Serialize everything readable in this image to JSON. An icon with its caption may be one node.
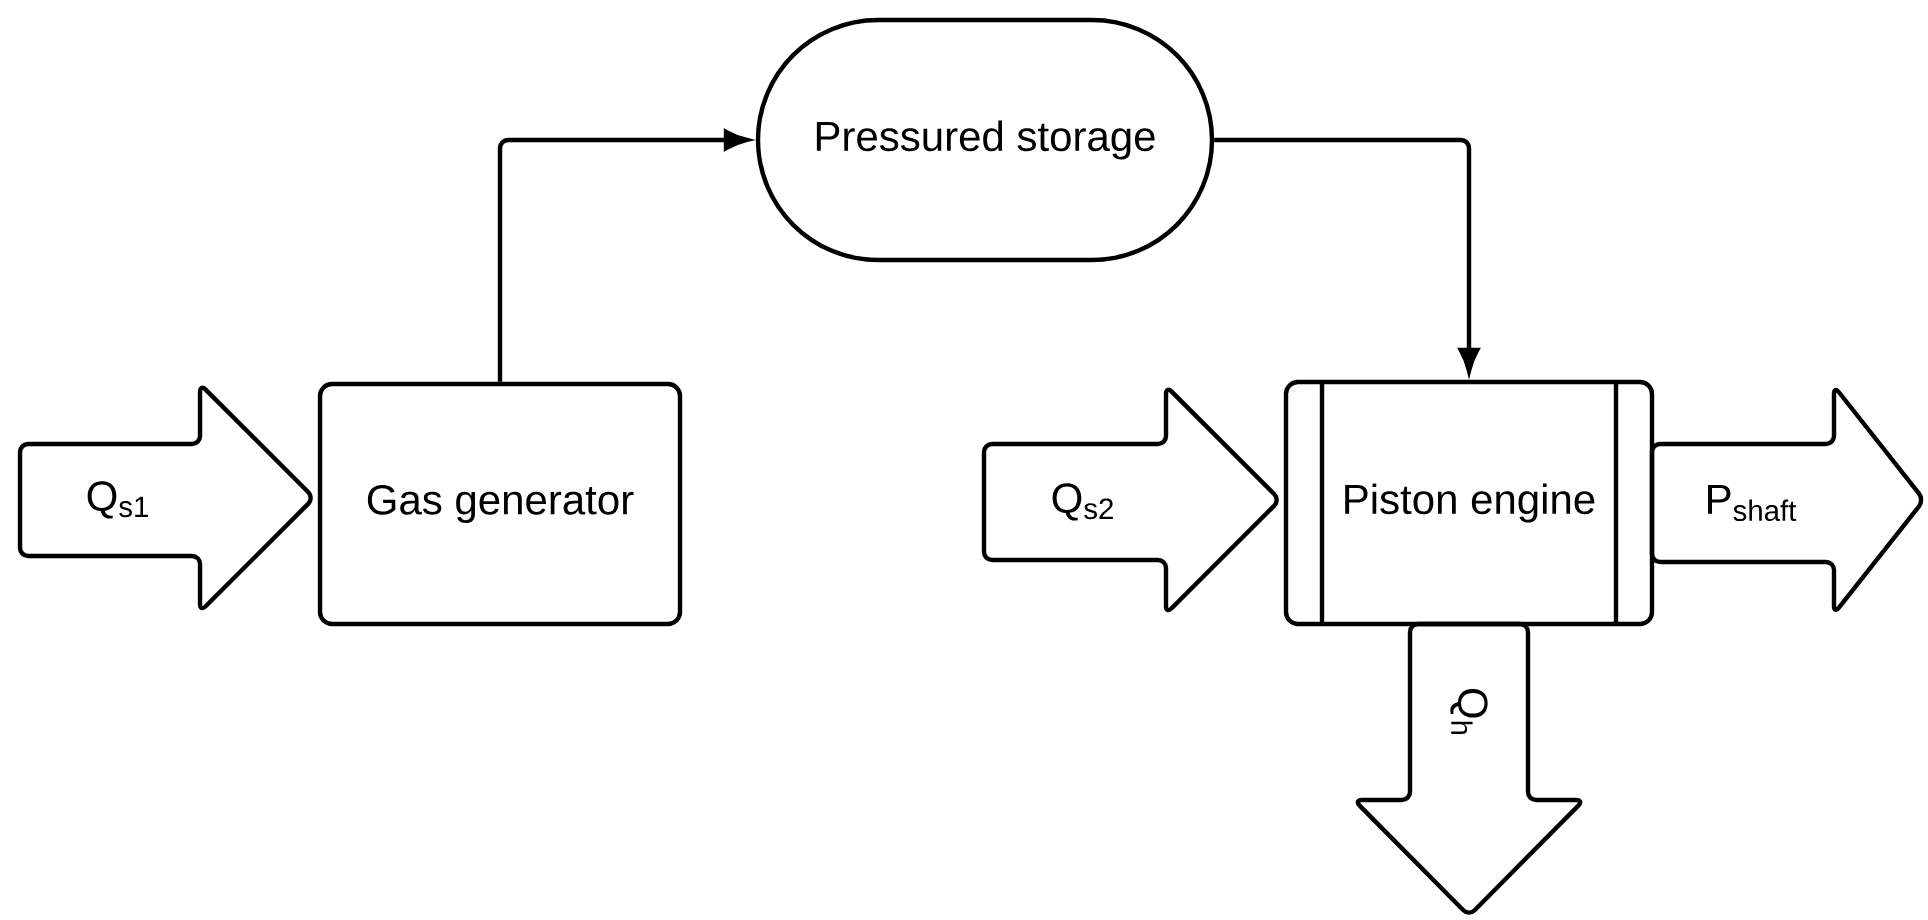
{
  "diagram": {
    "nodes": [
      {
        "text": [
          "Q$_{s1}$"
        ]
      },
      {
        "text": [
          "Gas generator"
        ]
      },
      {
        "text": [
          "Pressured storage"
        ]
      },
      {
        "text": [
          "Q$_{s2}$"
        ]
      },
      {
        "text": [
          "Piston engine"
        ]
      },
      {
        "text": [
          "P$_{shaft}$"
        ]
      },
      {
        "text": [
          "Q$_{h}$"
        ]
      }
    ],
    "edges": [
      {
        "from": 1,
        "to": 2,
        "arrow": "to"
      },
      {
        "from": 2,
        "to": 4,
        "arrow": "to"
      }
    ]
  }
}
